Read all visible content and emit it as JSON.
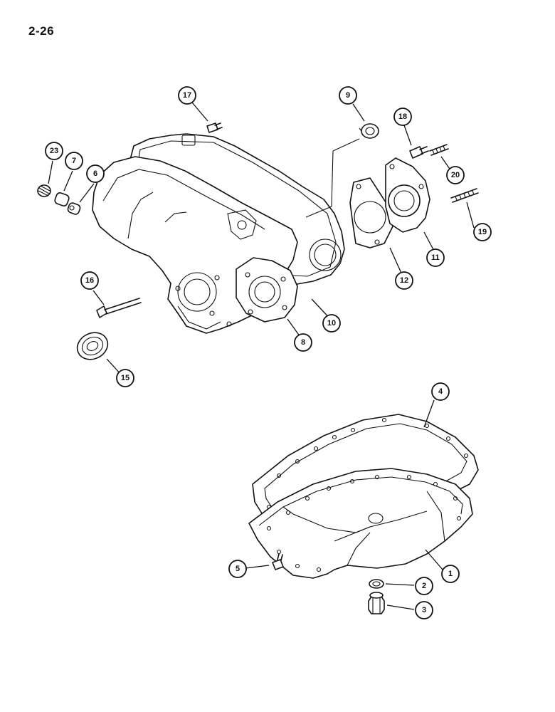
{
  "page_number": "2-26",
  "callouts": [
    {
      "id": "c1",
      "label": "1"
    },
    {
      "id": "c2",
      "label": "2"
    },
    {
      "id": "c3",
      "label": "3"
    },
    {
      "id": "c4",
      "label": "4"
    },
    {
      "id": "c5",
      "label": "5"
    },
    {
      "id": "c6",
      "label": "6"
    },
    {
      "id": "c7",
      "label": "7"
    },
    {
      "id": "c8",
      "label": "8"
    },
    {
      "id": "c9",
      "label": "9"
    },
    {
      "id": "c10",
      "label": "10"
    },
    {
      "id": "c11",
      "label": "11"
    },
    {
      "id": "c12",
      "label": "12"
    },
    {
      "id": "c15",
      "label": "15"
    },
    {
      "id": "c16",
      "label": "16"
    },
    {
      "id": "c17",
      "label": "17"
    },
    {
      "id": "c18",
      "label": "18"
    },
    {
      "id": "c19",
      "label": "19"
    },
    {
      "id": "c20",
      "label": "20"
    },
    {
      "id": "c23",
      "label": "23"
    }
  ]
}
